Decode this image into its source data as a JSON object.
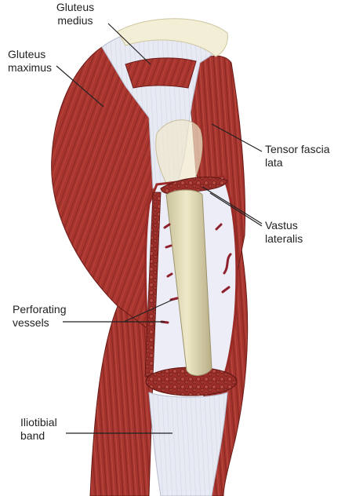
{
  "labels": {
    "gluteus_medius": [
      "Gluteus",
      "medius"
    ],
    "gluteus_maximus": [
      "Gluteus",
      "maximus"
    ],
    "tensor_fascia_lata": [
      "Tensor fascia",
      "lata"
    ],
    "vastus_lateralis": [
      "Vastus",
      "lateralis"
    ],
    "perforating_vessels": [
      "Perforating",
      "vessels"
    ],
    "iliotibial_band": [
      "Iliotibial",
      "band"
    ]
  },
  "colors": {
    "muscle": "#a8362f",
    "muscle_dark": "#7e221e",
    "fascia": "#e6e8f2",
    "fascia_shadow": "#c9cde0",
    "bone": "#ddd6b0",
    "bone_shadow": "#b9b08a",
    "vessel": "#8e1f2c",
    "leader_line": "#222222"
  }
}
